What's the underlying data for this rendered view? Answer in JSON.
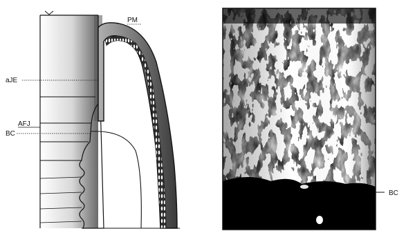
{
  "figure": {
    "drawing": {
      "labels": {
        "pm": "PM",
        "aje": "aJE",
        "afj": "AFJ",
        "bc": "BC"
      }
    },
    "micrograph": {
      "labels": {
        "bc": "BC"
      }
    }
  },
  "colors": {
    "ink": "#111111",
    "paper": "#ffffff"
  }
}
